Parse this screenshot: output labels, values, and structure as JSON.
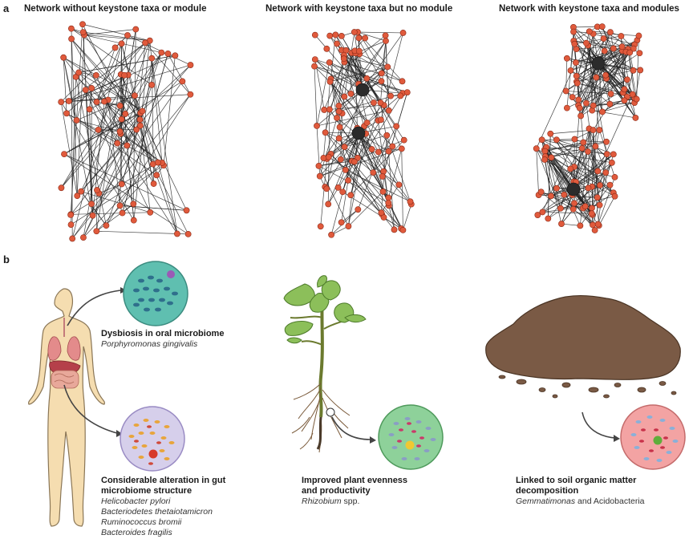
{
  "panel_a": {
    "letter": "a",
    "networks": [
      {
        "title": "Network without keystone taxa or module"
      },
      {
        "title": "Network with keystone taxa but no module"
      },
      {
        "title": "Network with keystone taxa and modules"
      }
    ]
  },
  "panel_b": {
    "letter": "b",
    "human": {
      "oral": {
        "title": "Dysbiosis in oral microbiome",
        "taxa": [
          "Porphyromonas gingivalis"
        ]
      },
      "gut": {
        "title_lines": [
          "Considerable alteration in gut",
          "microbiome structure"
        ],
        "taxa": [
          "Helicobacter pylori",
          "Bacteriodetes thetaiotamicron",
          "Ruminococcus bromii",
          "Bacteroides fragilis"
        ]
      }
    },
    "plant": {
      "title_lines": [
        "Improved plant evenness",
        "and productivity"
      ],
      "taxon_italic": "Rhizobium",
      "taxon_suffix": " spp."
    },
    "soil": {
      "title_lines": [
        "Linked to soil organic matter",
        "decomposition"
      ],
      "taxon_italic": "Gemmatimonas",
      "taxon_suffix": " and Acidobacteria"
    }
  },
  "colors": {
    "node": "#e05a3c",
    "keystone": "#2b2b2b",
    "oral_bg": "#5fbfb0",
    "gut_bg": "#d6cfeb",
    "plant_bg": "#8ed19a",
    "soil_bg": "#f3a3a3",
    "soil": "#7a5a45",
    "skin": "#f5ddb0"
  }
}
